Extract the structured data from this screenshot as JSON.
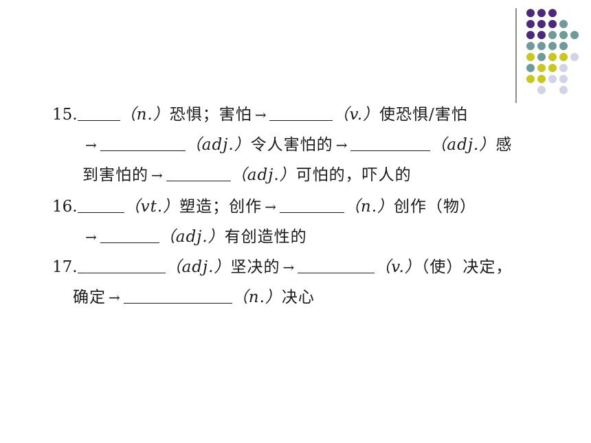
{
  "decor": {
    "dot_colors": {
      "purple": "#4b2a7b",
      "teal": "#6f9a9a",
      "olive": "#c8c81e",
      "lavender": "#d2d2e8"
    }
  },
  "items": [
    {
      "number": "15.",
      "lines": [
        {
          "segments": [
            {
              "t": "num",
              "v": "15."
            },
            {
              "t": "blank",
              "w": 62
            },
            {
              "t": "pos",
              "v": "（n.）"
            },
            {
              "t": "text",
              "v": "恐惧；害怕"
            },
            {
              "t": "arrow",
              "v": "→"
            },
            {
              "t": "blank",
              "w": 92
            },
            {
              "t": "pos",
              "v": "（v.）"
            },
            {
              "t": "text",
              "v": "使恐惧/害怕"
            }
          ]
        },
        {
          "segments": [
            {
              "t": "arrow",
              "v": "→"
            },
            {
              "t": "blank",
              "w": 124
            },
            {
              "t": "pos",
              "v": "（adj.）"
            },
            {
              "t": "text",
              "v": "令人害怕的"
            },
            {
              "t": "arrow",
              "v": "→"
            },
            {
              "t": "blank",
              "w": 116
            },
            {
              "t": "pos",
              "v": "（adj.）"
            },
            {
              "t": "text",
              "v": "感"
            }
          ]
        },
        {
          "segments": [
            {
              "t": "text",
              "v": "到害怕的"
            },
            {
              "t": "arrow",
              "v": "→"
            },
            {
              "t": "blank",
              "w": 94
            },
            {
              "t": "pos",
              "v": "（adj.）"
            },
            {
              "t": "text",
              "v": "可怕的，吓人的"
            }
          ]
        }
      ]
    },
    {
      "number": "16.",
      "lines": [
        {
          "segments": [
            {
              "t": "num",
              "v": "16."
            },
            {
              "t": "blank",
              "w": 68
            },
            {
              "t": "pos",
              "v": "（vt.）"
            },
            {
              "t": "text",
              "v": "塑造；创作"
            },
            {
              "t": "arrow",
              "v": "→"
            },
            {
              "t": "blank",
              "w": 94
            },
            {
              "t": "pos",
              "v": "（n.）"
            },
            {
              "t": "text",
              "v": "创作（物）"
            }
          ]
        },
        {
          "segments": [
            {
              "t": "arrow",
              "v": "→"
            },
            {
              "t": "blank",
              "w": 86
            },
            {
              "t": "pos",
              "v": "（adj.）"
            },
            {
              "t": "text",
              "v": "有创造性的"
            }
          ]
        }
      ]
    },
    {
      "number": "17.",
      "lines": [
        {
          "segments": [
            {
              "t": "num",
              "v": "17."
            },
            {
              "t": "blank",
              "w": 128
            },
            {
              "t": "pos",
              "v": "（adj.）"
            },
            {
              "t": "text",
              "v": "坚决的"
            },
            {
              "t": "arrow",
              "v": "→"
            },
            {
              "t": "blank",
              "w": 112
            },
            {
              "t": "pos",
              "v": "（v.）"
            },
            {
              "t": "text",
              "v": "（使）决定，"
            }
          ]
        },
        {
          "segments": [
            {
              "t": "text",
              "v": "确定"
            },
            {
              "t": "arrow",
              "v": "→"
            },
            {
              "t": "blank",
              "w": 158
            },
            {
              "t": "pos",
              "v": "（n.）"
            },
            {
              "t": "text",
              "v": "决心"
            }
          ]
        }
      ]
    }
  ]
}
